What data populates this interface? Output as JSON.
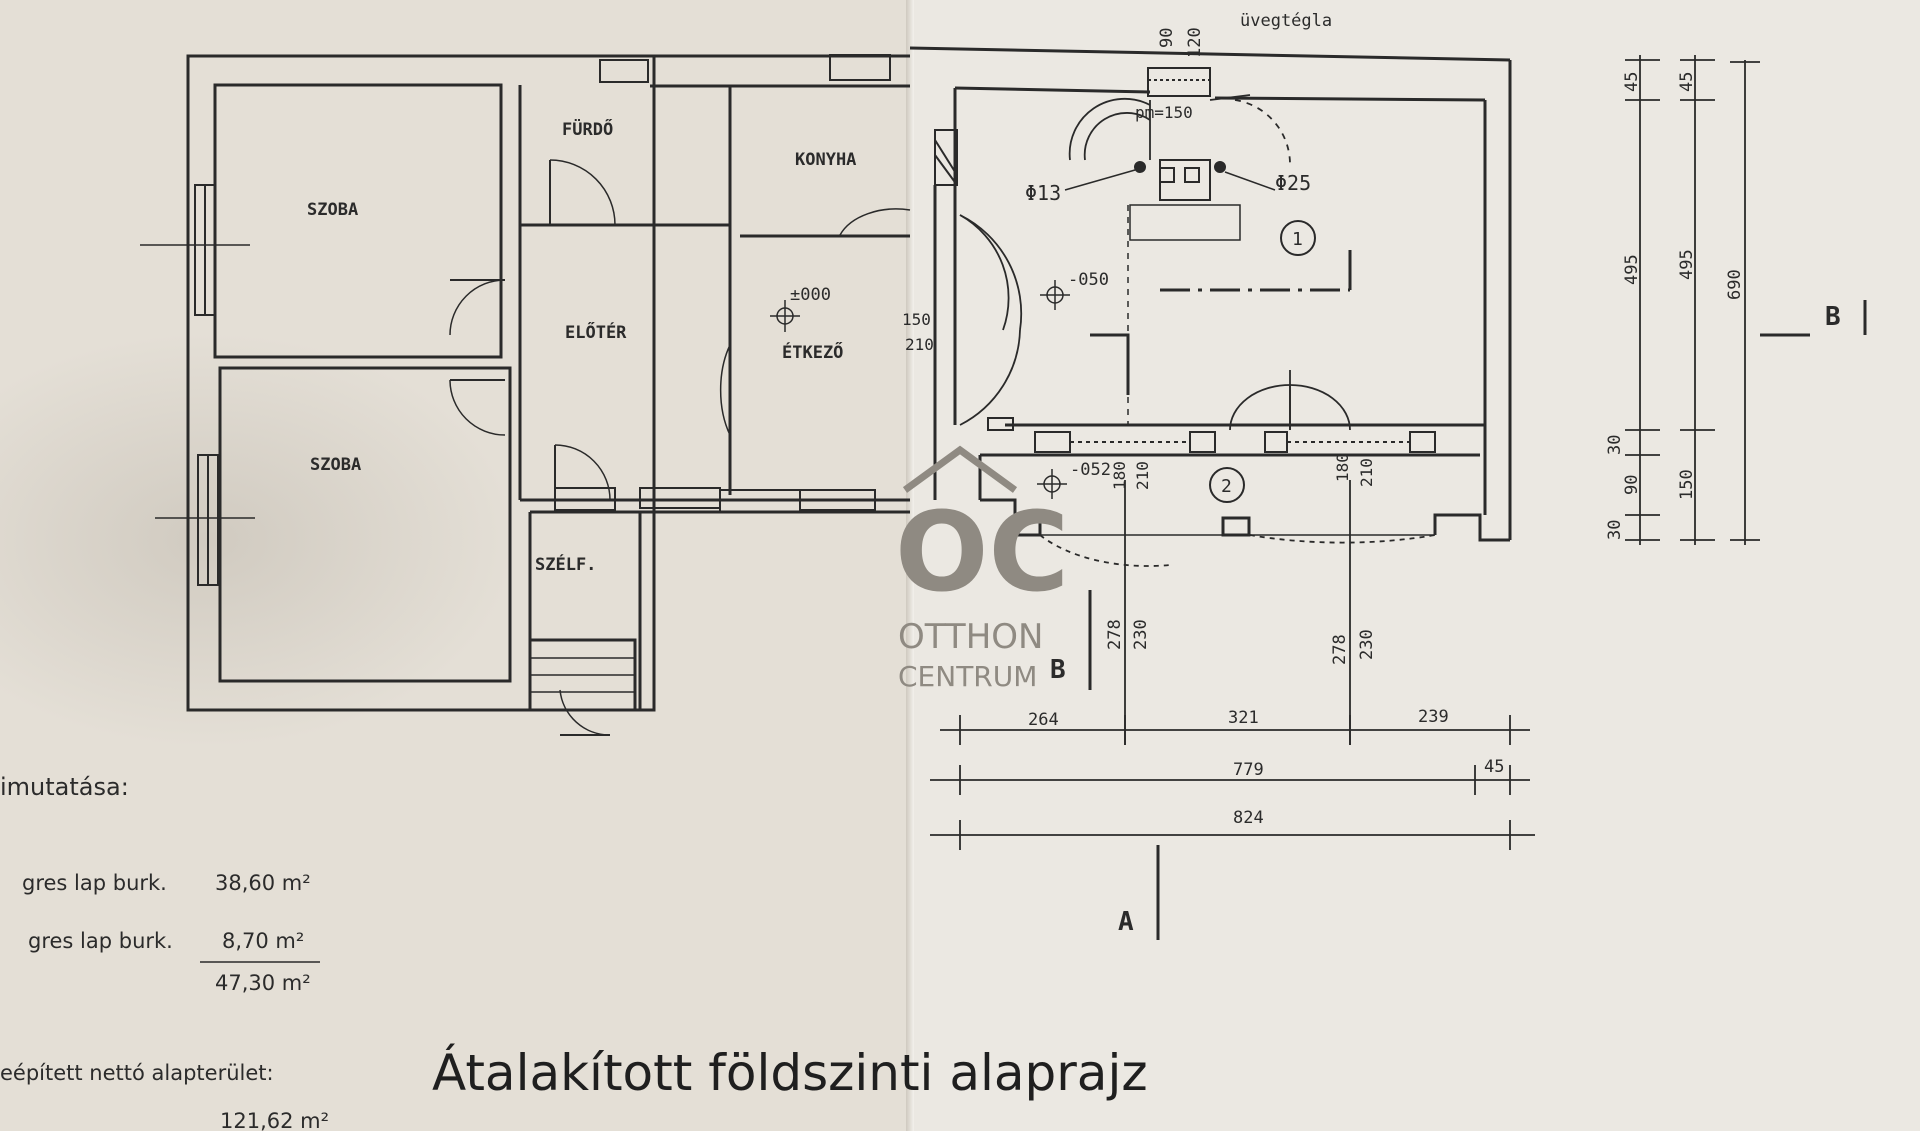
{
  "plan": {
    "title": "Átalakított földszinti alaprajz",
    "rooms": {
      "szoba_1": "SZOBA",
      "szoba_2": "SZOBA",
      "furdo": "FÜRDŐ",
      "konyha": "KONYHA",
      "eloter": "ELŐTÉR",
      "etkezo": "ÉTKEZŐ",
      "szelf": "SZÉLF."
    },
    "annotations": {
      "uvegtegla": "üvegtégla",
      "d120": "120",
      "d90_top": "90",
      "pm": "pm=150",
      "phi13": "Φ13",
      "phi25": "Φ25",
      "circle1": "1",
      "circle2": "2",
      "lvl_000": "±000",
      "lvl_050": "-050",
      "lvl_052": "-052",
      "d150_left": "150",
      "d210_left": "210",
      "d180_a": "180",
      "d210_a": "210",
      "d180_b": "180",
      "d210_b": "210"
    },
    "dimensions": {
      "d264": "264",
      "d321": "321",
      "d239": "239",
      "d779": "779",
      "d45_h": "45",
      "d824": "824",
      "d278_a": "278",
      "d230_a": "230",
      "d278_b": "278",
      "d230_b": "230",
      "v45_a": "45",
      "v45_b": "45",
      "v495_a": "495",
      "v495_b": "495",
      "v690": "690",
      "v30_a": "30",
      "v90": "90",
      "v150": "150",
      "v30_b": "30"
    },
    "sections": {
      "b_right": "B",
      "b_left": "B",
      "a": "A"
    }
  },
  "legend": {
    "heading": "imutatása:",
    "row1_label": "gres lap burk.",
    "row1_value": "38,60 m²",
    "row2_label": "gres lap burk.",
    "row2_value": "8,70 m²",
    "total_value": "47,30 m²",
    "footer_label": "eépített nettó alapterület:",
    "footer_value": "121,62 m²"
  },
  "watermark": {
    "logo": "OC",
    "line1": "OTTHON",
    "line2": "CENTRUM"
  }
}
